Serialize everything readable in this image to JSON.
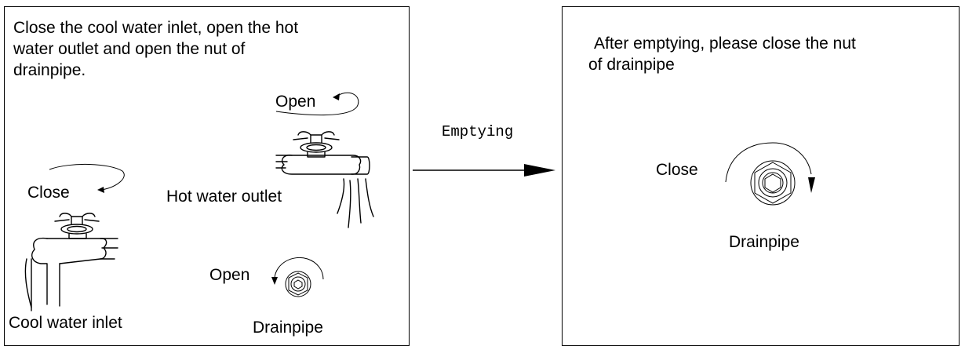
{
  "left_panel": {
    "instruction": "Close the cool water inlet, open the hot water outlet and open the nut of drainpipe.",
    "instruction_lines": [
      "Close the cool water inlet, open the hot",
      "water outlet and open the nut of",
      "drainpipe."
    ],
    "hot_open_label": "Open",
    "hot_water_outlet_label": "Hot water outlet",
    "cool_close_label": "Close",
    "cool_water_inlet_label": "Cool water inlet",
    "drain_open_label": "Open",
    "drainpipe_label": "Drainpipe"
  },
  "connector": {
    "label": "Emptying"
  },
  "right_panel": {
    "instruction_lines": [
      "After emptying, please close the nut",
      "of drainpipe"
    ],
    "close_label": "Close",
    "drainpipe_label": "Drainpipe"
  }
}
